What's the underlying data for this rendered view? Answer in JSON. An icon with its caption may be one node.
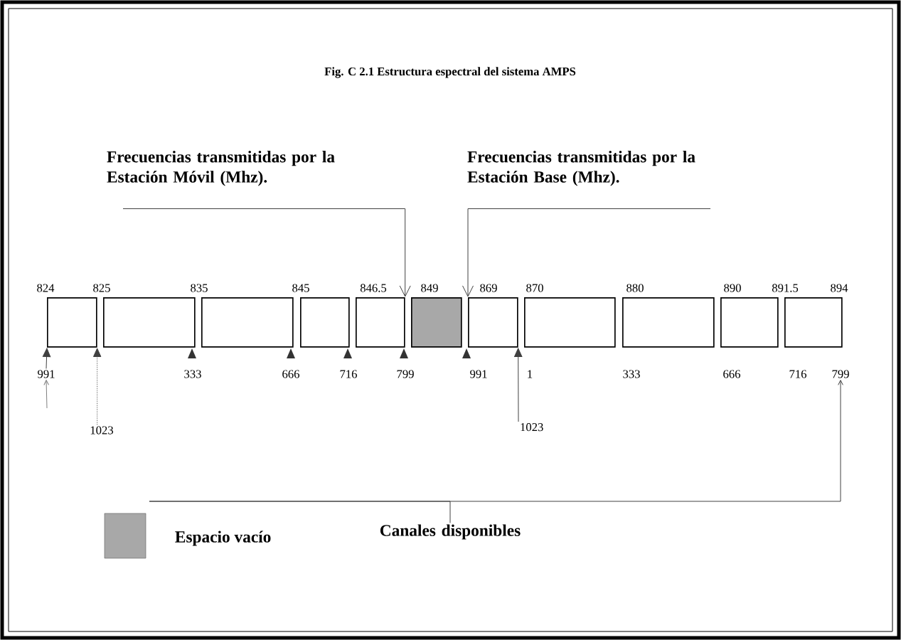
{
  "diagram": {
    "title": "Fig. C 2.1 Estructura espectral del sistema AMPS",
    "nodes": [
      {
        "text": [
          "Frecuencias transmitidas por la Estación Móvil  (Mhz)."
        ]
      },
      {
        "text": [
          "Frecuencias transmitidas por la Estación Base (Mhz)."
        ]
      },
      {
        "text": [],
        "shape": "box"
      },
      {
        "text": [],
        "shape": "box"
      },
      {
        "text": [],
        "shape": "box"
      },
      {
        "text": [],
        "shape": "box"
      },
      {
        "text": [],
        "shape": "box"
      },
      {
        "text": [],
        "shape": "box"
      },
      {
        "text": [],
        "shape": "box"
      },
      {
        "text": [],
        "shape": "box"
      },
      {
        "text": [],
        "shape": "box"
      },
      {
        "text": [],
        "shape": "box"
      },
      {
        "text": [],
        "shape": "box"
      },
      {
        "text": [
          "Canales disponibles"
        ]
      },
      {
        "text": [
          "1023"
        ]
      },
      {
        "text": [
          "1023"
        ]
      },
      {
        "text": [
          "991"
        ]
      },
      {
        "text": [
          "799"
        ]
      }
    ],
    "edges": [
      {
        "from": 0,
        "to": 6,
        "arrow": "to"
      },
      {
        "from": 1,
        "to": 8,
        "arrow": "to"
      },
      {
        "from": 13,
        "to": 17,
        "arrow": "to"
      },
      {
        "from": 14,
        "to": 2,
        "arrow": "to",
        "style": "dashed"
      },
      {
        "from": 15,
        "to": 8,
        "arrow": "to"
      },
      {
        "from": null,
        "to": 16,
        "arrow": "to"
      },
      {
        "from": 16,
        "to": 2,
        "arrow": "to"
      }
    ],
    "labels": [
      "824",
      "825",
      "835",
      "845",
      "846.5",
      "849",
      "869",
      "870",
      "880",
      "890",
      "891.5",
      "894",
      "333",
      "666",
      "716",
      "799",
      "991",
      "1",
      "333",
      "666",
      "716"
    ],
    "legend": [
      {
        "text": "Espacio vacío",
        "color": "#a8a8a8"
      }
    ]
  }
}
